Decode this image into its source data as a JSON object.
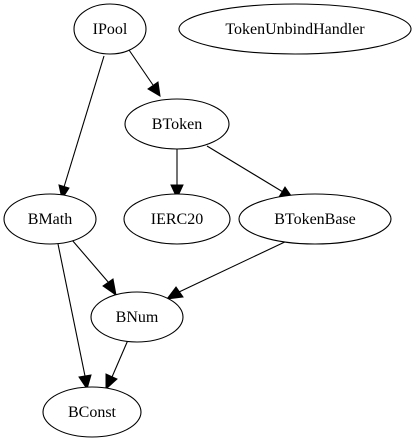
{
  "graph": {
    "nodes": [
      {
        "id": "IPool",
        "label": "IPool"
      },
      {
        "id": "TokenUnbindHandler",
        "label": "TokenUnbindHandler"
      },
      {
        "id": "BToken",
        "label": "BToken"
      },
      {
        "id": "BMath",
        "label": "BMath"
      },
      {
        "id": "IERC20",
        "label": "IERC20"
      },
      {
        "id": "BTokenBase",
        "label": "BTokenBase"
      },
      {
        "id": "BNum",
        "label": "BNum"
      },
      {
        "id": "BConst",
        "label": "BConst"
      }
    ],
    "edges": [
      {
        "from": "IPool",
        "to": "BToken"
      },
      {
        "from": "IPool",
        "to": "BMath"
      },
      {
        "from": "BToken",
        "to": "IERC20"
      },
      {
        "from": "BToken",
        "to": "BTokenBase"
      },
      {
        "from": "BMath",
        "to": "BNum"
      },
      {
        "from": "BMath",
        "to": "BConst"
      },
      {
        "from": "BTokenBase",
        "to": "BNum"
      },
      {
        "from": "BNum",
        "to": "BConst"
      }
    ]
  }
}
